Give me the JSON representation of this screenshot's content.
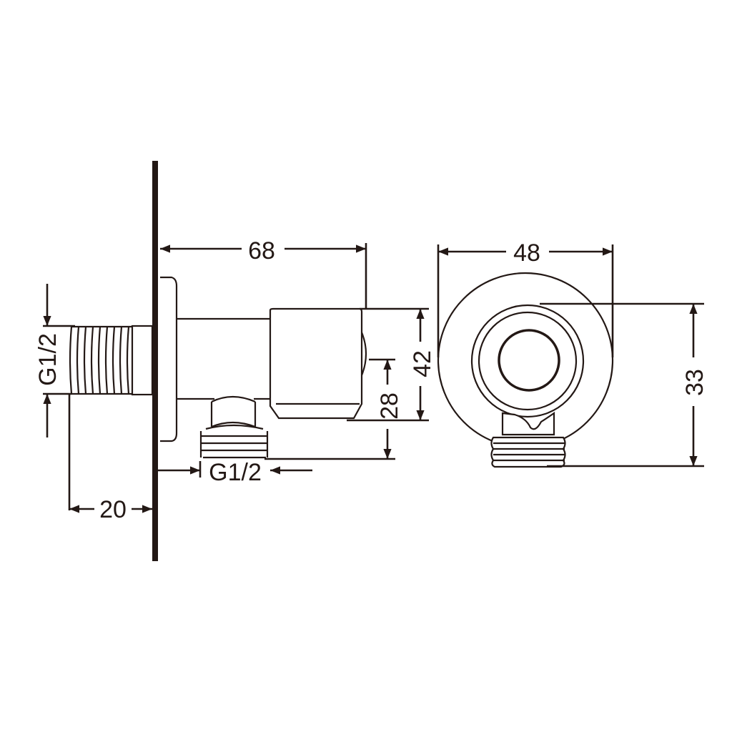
{
  "drawing": {
    "side_view": {
      "length_label": "68",
      "total_height_label": "42",
      "outlet_height_label": "28",
      "inlet_thread_label": "G1/2",
      "outlet_thread_label": "G1/2",
      "inlet_length_label": "20"
    },
    "front_view": {
      "flange_diameter_label": "48",
      "height_label": "33"
    },
    "line_color": "#231815"
  }
}
